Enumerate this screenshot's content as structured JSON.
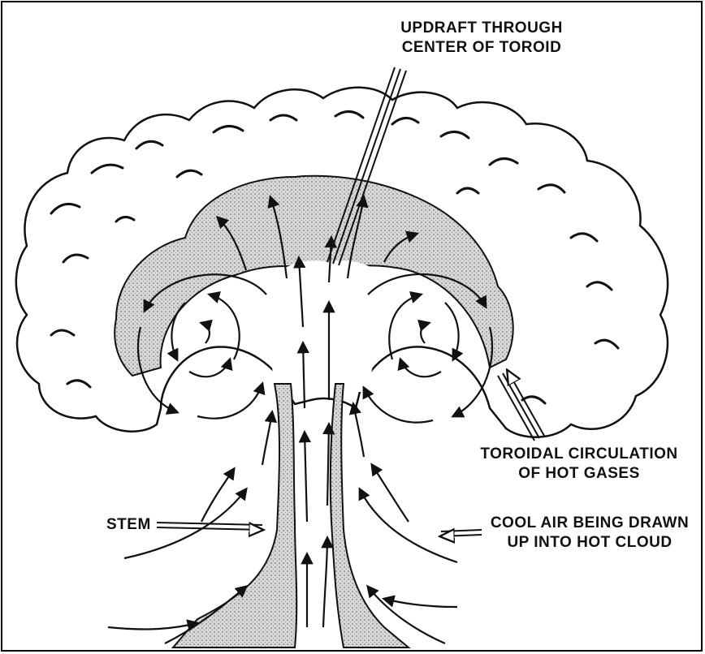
{
  "labels": {
    "updraft": [
      "UPDRAFT THROUGH",
      "CENTER OF TOROID"
    ],
    "toroidal": [
      "TOROIDAL CIRCULATION",
      "OF HOT GASES"
    ],
    "stem": "STEM",
    "cool_air": [
      "COOL AIR  BEING DRAWN",
      "UP INTO HOT CLOUD"
    ]
  },
  "colors": {
    "ink": "#111111",
    "shading": "#c8c8c8",
    "background": "#ffffff"
  }
}
